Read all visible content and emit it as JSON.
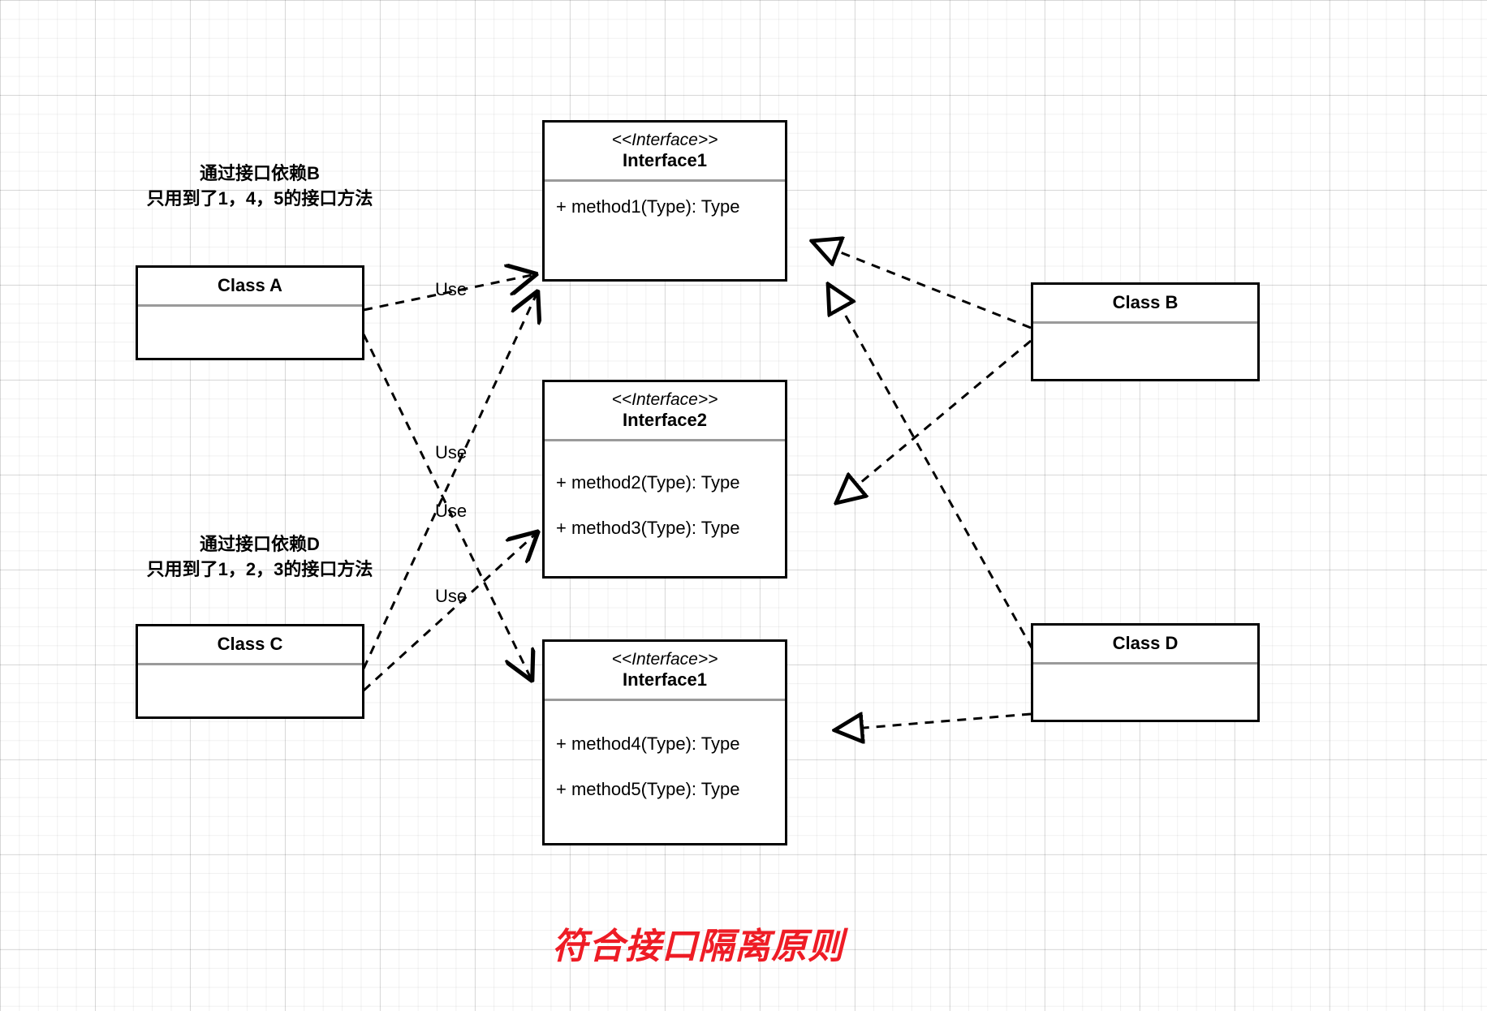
{
  "diagram": {
    "title_caption": "符合接口隔离原则",
    "caption_color": "#ee1c25",
    "notes": [
      {
        "id": "note-class-a",
        "text": "通过接口依赖B\n只用到了1，4，5的接口方法"
      },
      {
        "id": "note-class-c",
        "text": "通过接口依赖D\n只用到了1，2，3的接口方法"
      }
    ],
    "classes": [
      {
        "id": "class-a",
        "name": "Class A"
      },
      {
        "id": "class-b",
        "name": "Class B"
      },
      {
        "id": "class-c",
        "name": "Class C"
      },
      {
        "id": "class-d",
        "name": "Class D"
      }
    ],
    "interfaces": [
      {
        "id": "interface-1",
        "stereotype": "<<Interface>>",
        "name": "Interface1",
        "methods": [
          "+ method1(Type): Type"
        ]
      },
      {
        "id": "interface-2",
        "stereotype": "<<Interface>>",
        "name": "Interface2",
        "methods": [
          "+ method2(Type): Type",
          "+ method3(Type): Type"
        ]
      },
      {
        "id": "interface-3",
        "stereotype": "<<Interface>>",
        "name": "Interface1",
        "methods": [
          "+ method4(Type): Type",
          "+ method5(Type): Type"
        ]
      }
    ],
    "edge_labels": [
      {
        "id": "use-a-to-i1",
        "text": "Use"
      },
      {
        "id": "use-c-to-i1",
        "text": "Use"
      },
      {
        "id": "use-c-to-i2",
        "text": "Use"
      },
      {
        "id": "use-a-to-i3",
        "text": "Use"
      }
    ],
    "colors": {
      "stroke": "#000000",
      "divider": "#9a9a9a",
      "fill": "#ffffff",
      "grid_minor": "rgba(0,0,0,0.055)",
      "grid_major": "rgba(0,0,0,0.11)"
    }
  }
}
